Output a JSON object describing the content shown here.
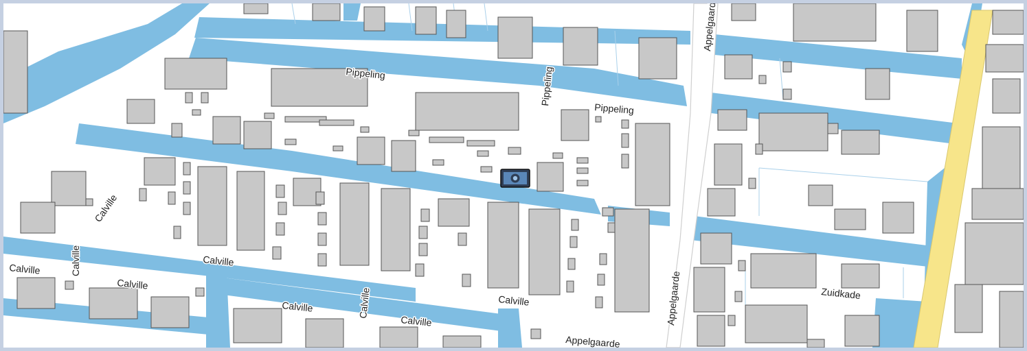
{
  "map": {
    "street_labels": {
      "pippeling_1": "Pippeling",
      "pippeling_2": "Pippeling",
      "pippeling_3": "Pippeling",
      "appelgaarde_1": "Appelgaarde",
      "appelgaarde_2": "Appelgaarde",
      "appelgaarde_3": "Appelgaarde",
      "calville_1": "Calville",
      "calville_2": "Calville",
      "calville_3": "Calville",
      "calville_4": "Calville",
      "calville_5": "Calville",
      "calville_6": "Calville",
      "calville_7": "Calville",
      "calville_8": "Calville",
      "calville_9": "Calville",
      "zuidkade": "Zuidkade"
    },
    "colors": {
      "water": "#7fbde2",
      "building": "#c8c8c8",
      "highway": "#f7e58a",
      "frame": "#c5d0e2"
    },
    "marker_icon": "camera-marker-icon"
  }
}
